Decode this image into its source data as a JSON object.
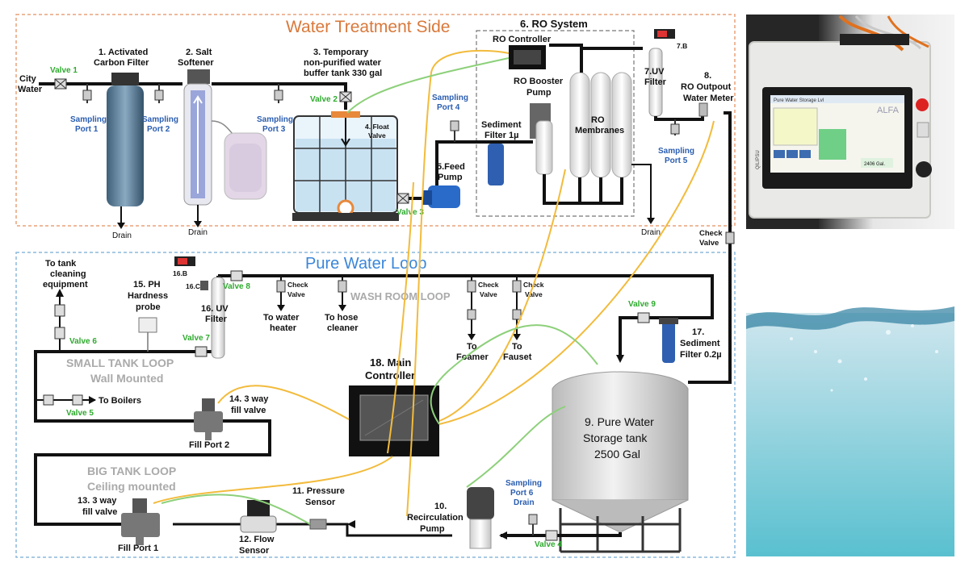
{
  "sections": {
    "treatment_title": "Water Treatment Side",
    "pure_loop_title": "Pure Water Loop",
    "washroom_loop": "WASH ROOM LOOP",
    "small_tank_loop": "SMALL TANK LOOP",
    "small_tank_sub": "Wall Mounted",
    "big_tank_loop": "BIG TANK LOOP",
    "big_tank_sub": "Ceiling mounted"
  },
  "treatment": {
    "city_water": [
      "City",
      "Water"
    ],
    "carbon_filter": [
      "1. Activated",
      "Carbon Filter"
    ],
    "salt_softener": [
      "2. Salt",
      "Softener"
    ],
    "buffer_tank": [
      "3. Temporary",
      "non-purified water",
      "buffer tank 330 gal"
    ],
    "float_valve": [
      "4. Float",
      "Valve"
    ],
    "feed_pump": [
      "5.Feed",
      "Pump"
    ],
    "ro_system": "6. RO System",
    "ro_controller": "RO Controller",
    "ro_booster": [
      "RO Booster",
      "Pump"
    ],
    "sediment_1u": [
      "Sediment",
      "Filter 1µ"
    ],
    "ro_membranes": [
      "RO",
      "Membranes"
    ],
    "uv_filter_7": [
      "7.UV",
      "Filter"
    ],
    "sensor_7b": "7.B",
    "ro_meter": [
      "8.",
      "RO Outpout",
      "Water Meter"
    ],
    "drain": "Drain",
    "check_valve": [
      "Check",
      "Valve"
    ],
    "valve1": "Valve 1",
    "valve2": "Valve 2",
    "valve3": "Valve 3",
    "sp1": [
      "Sampling",
      "Port 1"
    ],
    "sp2": [
      "Sampling",
      "Port 2"
    ],
    "sp3": [
      "Sampling",
      "Port 3"
    ],
    "sp4": [
      "Sampling",
      "Port 4"
    ],
    "sp5": [
      "Sampling",
      "Port 5"
    ]
  },
  "pure": {
    "tank_cleaning": [
      "To tank",
      "cleaning",
      "equipment"
    ],
    "ph_probe": [
      "15. PH",
      "Hardness",
      "probe"
    ],
    "sensor_16b": "16.B",
    "sensor_16c": "16.C",
    "uv_filter_16": [
      "16. UV",
      "Filter"
    ],
    "valve5": "Valve 5",
    "valve6": "Valve 6",
    "valve7": "Valve 7",
    "valve8": "Valve 8",
    "valve9": "Valve 9",
    "valve4": "Valve 4",
    "to_boilers": "To Boilers",
    "check_valve": [
      "Check",
      "Valve"
    ],
    "water_heater": [
      "To water",
      "heater"
    ],
    "hose_cleaner": [
      "To hose",
      "cleaner"
    ],
    "foamer": [
      "To",
      "Foamer"
    ],
    "fauset": [
      "To",
      "Fauset"
    ],
    "sediment_02": [
      "17.",
      "Sediment",
      "Filter 0.2µ"
    ],
    "main_controller": [
      "18. Main",
      "Controller"
    ],
    "storage_tank": [
      "9. Pure Water",
      "Storage tank",
      "2500 Gal"
    ],
    "fill_valve_14": [
      "14. 3 way",
      "fill valve"
    ],
    "fill_port_2": "Fill Port 2",
    "fill_valve_13": [
      "13. 3 way",
      "fill valve"
    ],
    "fill_port_1": "Fill Port 1",
    "pressure_sensor": [
      "11. Pressure",
      "Sensor"
    ],
    "flow_sensor": [
      "12. Flow",
      "Sensor"
    ],
    "recirc_pump": [
      "10.",
      "Recirculation",
      "Pump"
    ],
    "sp6": [
      "Sampling",
      "Port 6",
      "Drain"
    ]
  },
  "photo": {
    "hmi_header": "Pure Water Storage Lvl",
    "hmi_brand": "ALFA",
    "hmi_value": "2406 Gal.",
    "panel_label": "QILIPSU"
  },
  "colors": {
    "orange_border": "#e9a27a",
    "blue_border": "#8cb8dc",
    "green_label": "#2eaa2e",
    "blue_label": "#2a5db0",
    "wire_yellow": "#f2bb3c",
    "wire_green": "#8dd07a"
  }
}
